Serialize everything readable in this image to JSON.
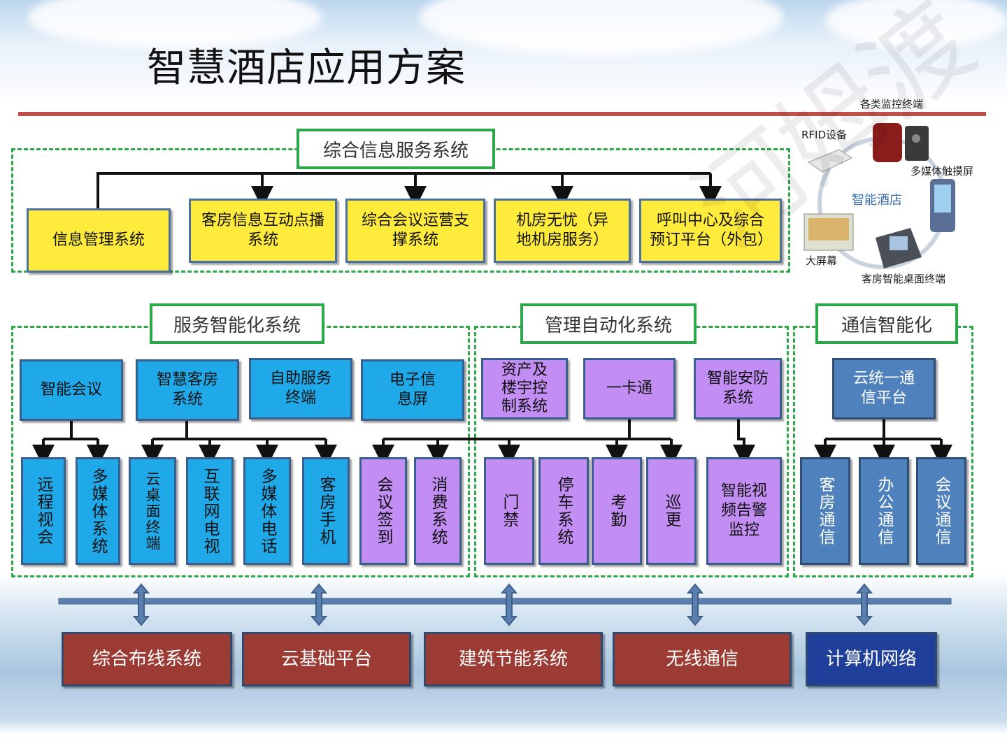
{
  "title": "智慧酒店应用方案",
  "top_group": {
    "label": "综合信息服务系统",
    "boxes": [
      "信息管理系统",
      "客房信息互动点播系统",
      "综合会议运营支撑系统",
      "机房无忧（异地机房服务）",
      "呼叫中心及综合预订平台（外包）"
    ]
  },
  "service_group": {
    "label": "服务智能化系统",
    "parents": [
      "智能会议",
      "智慧客房系统",
      "自助服务终端",
      "电子信息屏"
    ],
    "children": [
      "远程视会",
      "多媒体系统",
      "云桌面终端",
      "互联网电视",
      "多媒体电话",
      "客房手机",
      "会议签到",
      "消费系统"
    ]
  },
  "management_group": {
    "label": "管理自动化系统",
    "parents": [
      "资产及楼宇控制系统",
      "一卡通",
      "智能安防系统"
    ],
    "children": [
      "门禁",
      "停车系统",
      "考勤",
      "巡更",
      "智能视频告警监控"
    ]
  },
  "comm_group": {
    "label": "通信智能化",
    "parent": "云统一通信平台",
    "children": [
      "客房通信",
      "办公通信",
      "会议通信"
    ]
  },
  "infrastructure": [
    "综合布线系统",
    "云基础平台",
    "建筑节能系统",
    "无线通信",
    "计算机网络"
  ],
  "side_panel": {
    "center": "智能酒店",
    "labels": [
      "各类监控终端",
      "RFID设备",
      "多媒体触摸屏",
      "大屏幕",
      "客房智能桌面终端"
    ]
  },
  "watermark": "河姆渡"
}
